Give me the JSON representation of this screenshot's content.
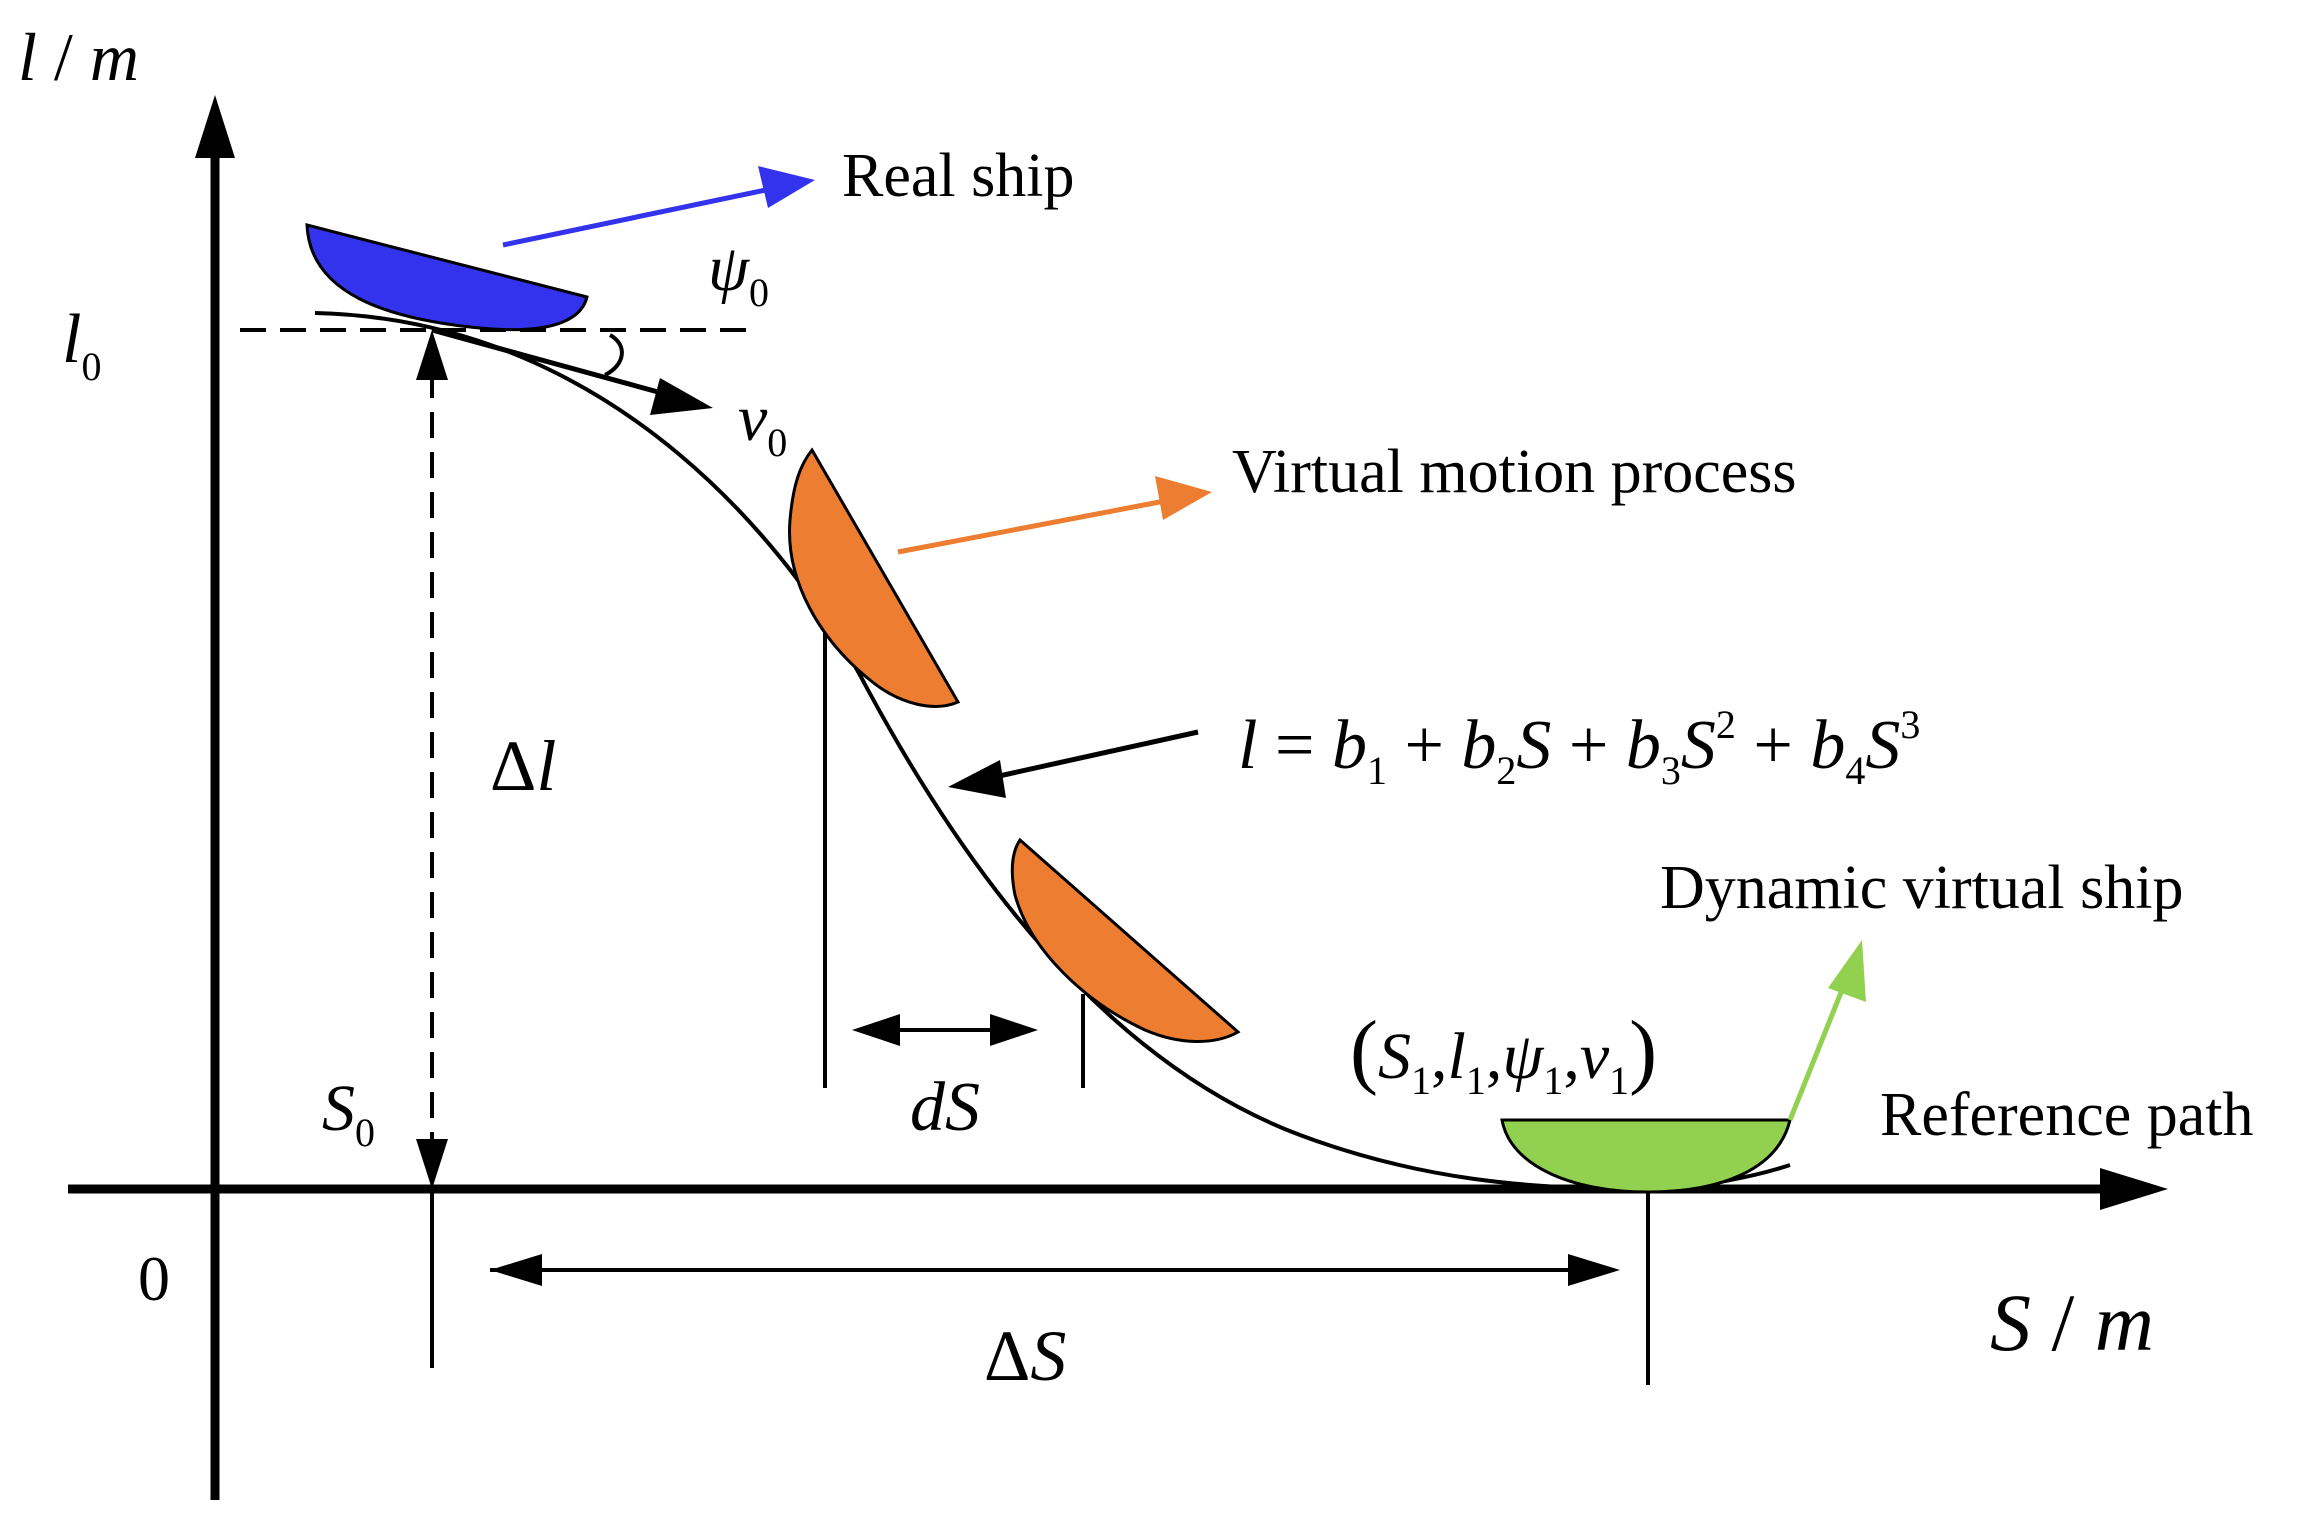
{
  "axes": {
    "y_label": {
      "var": "l",
      "sep": " / ",
      "unit": "m"
    },
    "x_label": {
      "var": "S",
      "sep": " / ",
      "unit": "m"
    },
    "origin": "0"
  },
  "annotations": {
    "l0": {
      "base": "l",
      "sub": "0"
    },
    "psi0": {
      "base": "ψ",
      "sub": "0"
    },
    "v0": {
      "base": "v",
      "sub": "0"
    },
    "delta_l": {
      "delta": "Δ",
      "var": "l"
    },
    "s0": {
      "base": "S",
      "sub": "0"
    },
    "ds": "dS",
    "delta_s": {
      "delta": "Δ",
      "var": "S"
    },
    "state": {
      "open": "(",
      "close": ")",
      "comma": ",",
      "items": [
        {
          "base": "S",
          "sub": "1"
        },
        {
          "base": "l",
          "sub": "1"
        },
        {
          "base": "ψ",
          "sub": "1"
        },
        {
          "base": "v",
          "sub": "1"
        }
      ]
    },
    "equation": {
      "lhs": "l",
      "eq": " = ",
      "plus": " + ",
      "terms": [
        {
          "b": "b",
          "sub": "1"
        },
        {
          "b": "b",
          "sub": "2",
          "s": "S"
        },
        {
          "b": "b",
          "sub": "3",
          "s": "S",
          "sup": "2"
        },
        {
          "b": "b",
          "sub": "4",
          "s": "S",
          "sup": "3"
        }
      ]
    }
  },
  "labels": {
    "real_ship": "Real ship",
    "virtual_motion": "Virtual motion process",
    "dynamic_virtual_ship": "Dynamic virtual ship",
    "reference_path": "Reference path"
  },
  "colors": {
    "real_ship": "#3333ee",
    "virtual_ship": "#ed7d31",
    "dynamic_ship": "#92d050",
    "axis": "#000000"
  }
}
